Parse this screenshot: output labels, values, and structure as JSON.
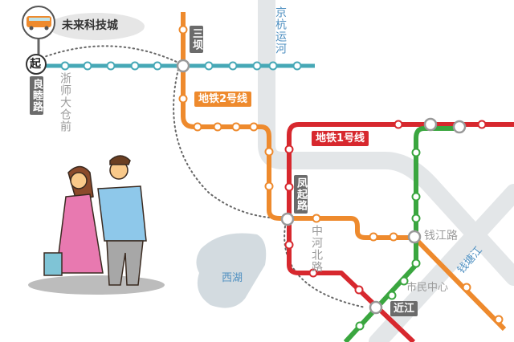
{
  "colors": {
    "line1": "#d7282e",
    "line2": "#ee8a2d",
    "line4": "#3aa63f",
    "teal_line": "#46a8b6",
    "road": "#e3e6e8",
    "lake": "#d3dbe0",
    "label_box": "#6b6b6b"
  },
  "origin": {
    "bus_icon": "bus-icon",
    "badge": "起",
    "name": "未来科技城"
  },
  "lines": {
    "line1": "地铁1号线",
    "line2": "地铁2号线"
  },
  "stations": {
    "liangmu": "良睦路",
    "zheshi": "浙师大仓前",
    "sanba": "三坝",
    "fengqi": "凤起路",
    "zhonghe": "中河北路",
    "qianjiang": "钱江路",
    "shimin": "市民中心",
    "jinjiang": "近江"
  },
  "landmarks": {
    "canal": "京杭运河",
    "xihu": "西湖",
    "river": "钱塘江"
  }
}
